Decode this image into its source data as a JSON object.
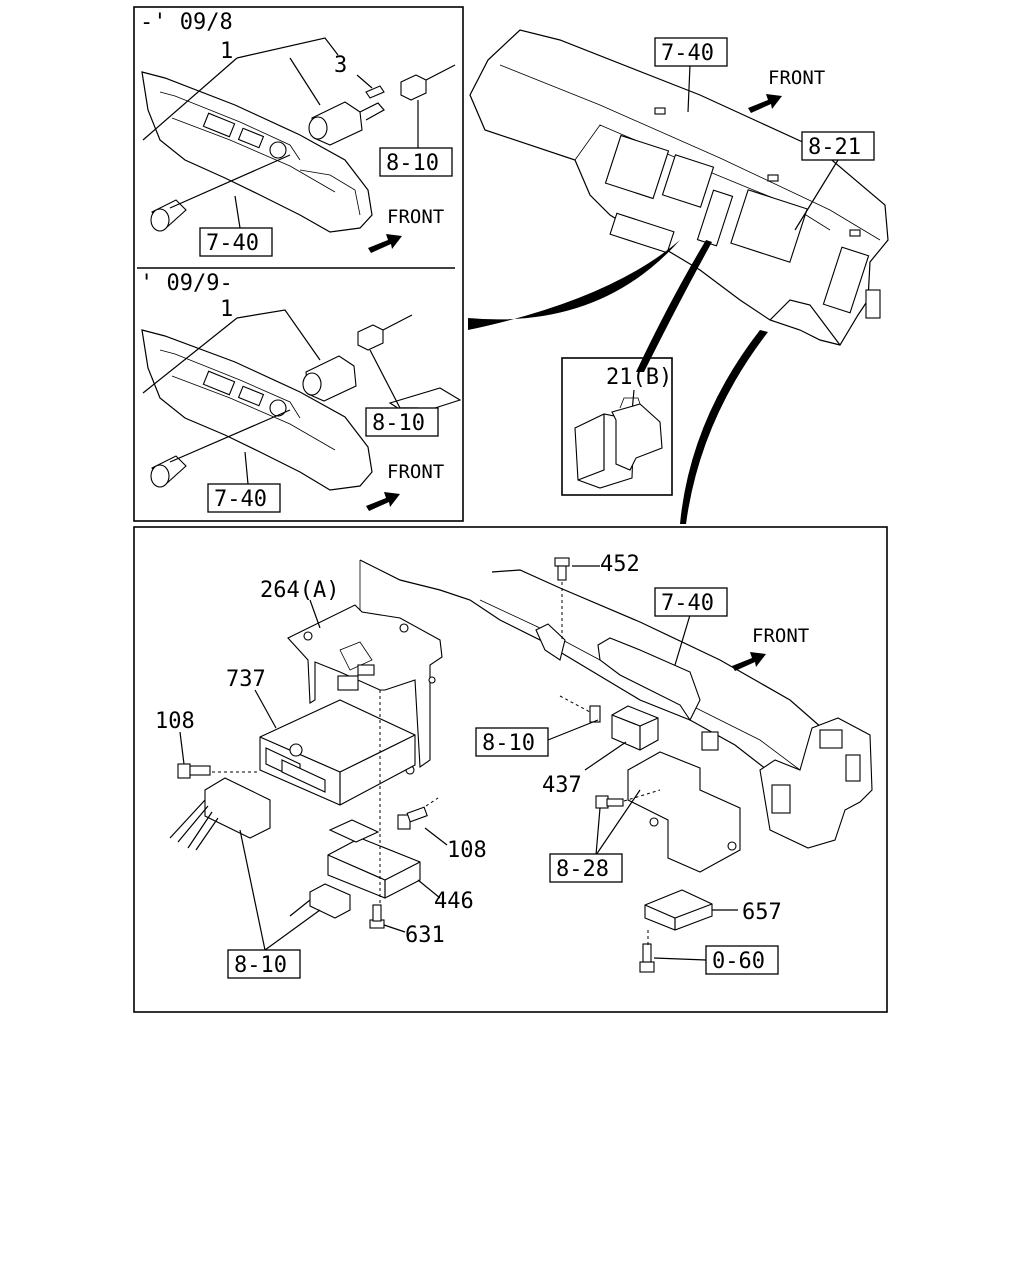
{
  "inset_top": {
    "date_label": "-' 09/8",
    "callouts": {
      "part_1": "1",
      "part_3": "3",
      "ref_8_10": "8-10",
      "ref_7_40": "7-40"
    },
    "front": "FRONT"
  },
  "inset_middle": {
    "date_label": "' 09/9-",
    "callouts": {
      "part_1": "1",
      "ref_8_10": "8-10",
      "ref_7_40": "7-40"
    },
    "front": "FRONT"
  },
  "dashboard": {
    "callouts": {
      "ref_7_40": "7-40",
      "ref_8_21": "8-21"
    },
    "front": "FRONT"
  },
  "switch_inset": {
    "label": "21(B)"
  },
  "lower_panel": {
    "callouts": {
      "p452": "452",
      "ref_7_40": "7-40",
      "p264a": "264(A)",
      "p737": "737",
      "p108_left": "108",
      "ref_8_10_mid": "8-10",
      "p437": "437",
      "p108_right": "108",
      "ref_8_28": "8-28",
      "p446": "446",
      "p657": "657",
      "p631": "631",
      "ref_8_10_bottom": "8-10",
      "ref_0_60": "0-60"
    },
    "front": "FRONT"
  },
  "icons": [
    "front-arrow-icon"
  ]
}
